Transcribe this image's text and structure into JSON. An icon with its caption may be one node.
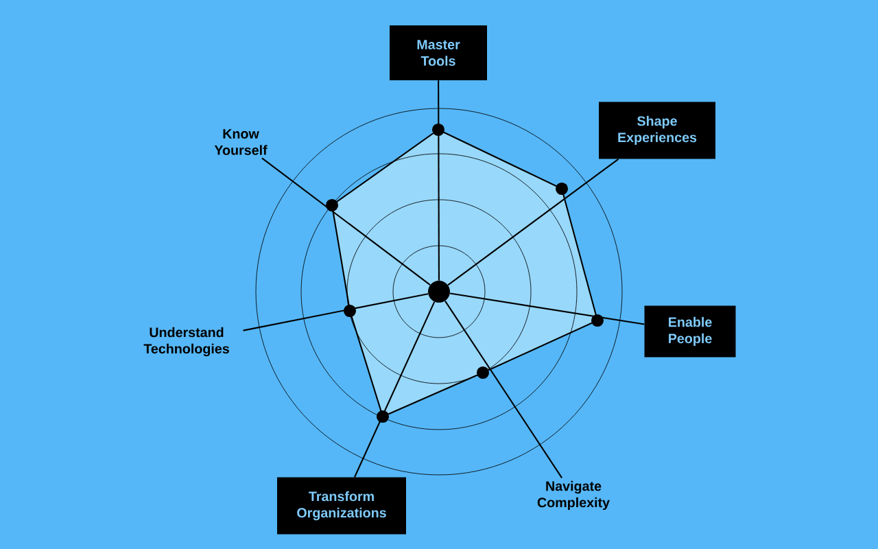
{
  "diagram": {
    "nodes": [
      {
        "text": [],
        "shape": "circle"
      },
      {
        "text": [
          "Master Tools"
        ]
      },
      {
        "text": [
          "Shape Experiences"
        ]
      },
      {
        "text": [
          "Enable People"
        ]
      },
      {
        "text": [
          "Navigate Complexity"
        ]
      },
      {
        "text": [
          "Transform Organizations"
        ]
      },
      {
        "text": [
          "Understand Technologies"
        ]
      },
      {
        "text": [
          "Know Yourself"
        ]
      }
    ],
    "edges": [
      {
        "from": 0,
        "to": 1,
        "arrow": "none"
      },
      {
        "from": 0,
        "to": 2,
        "arrow": "none"
      },
      {
        "from": 0,
        "to": 3,
        "arrow": "none"
      },
      {
        "from": 0,
        "to": 4,
        "arrow": "none"
      },
      {
        "from": 0,
        "to": 5,
        "arrow": "none"
      },
      {
        "from": 0,
        "to": 6,
        "arrow": "none"
      },
      {
        "from": 0,
        "to": 7,
        "arrow": "none"
      }
    ]
  }
}
